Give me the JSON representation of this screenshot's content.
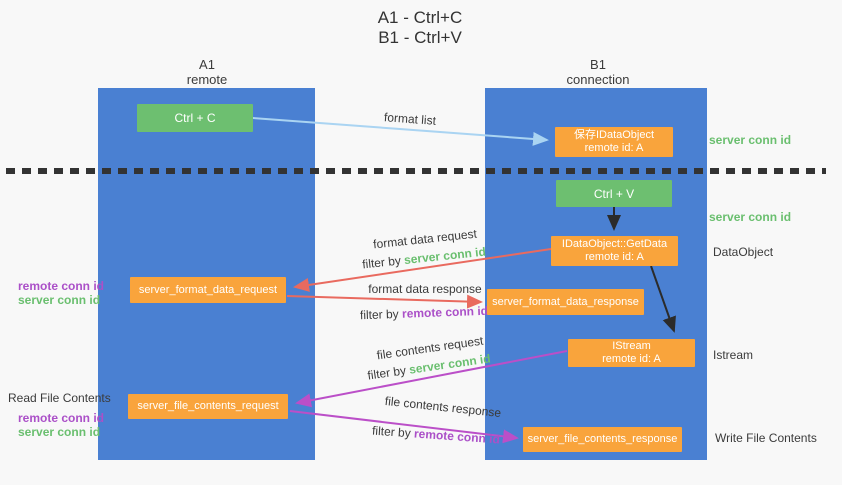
{
  "title": {
    "line1": "A1 - Ctrl+C",
    "line2": "B1 - Ctrl+V"
  },
  "columns": {
    "left": {
      "id": "A1",
      "label": "remote"
    },
    "right": {
      "id": "B1",
      "label": "connection"
    }
  },
  "nodes": {
    "ctrl_c": "Ctrl + C",
    "save_dataobject": {
      "line1": "保存IDataObject",
      "line2": "remote id: A"
    },
    "ctrl_v": "Ctrl + V",
    "getdata": {
      "line1": "IDataObject::GetData",
      "line2": "remote id: A"
    },
    "format_request": "server_format_data_request",
    "format_response": "server_format_data_response",
    "istream": {
      "line1": "IStream",
      "line2": "remote id: A"
    },
    "file_request": "server_file_contents_request",
    "file_response": "server_file_contents_response"
  },
  "side_labels": {
    "right_server_conn_1": "server conn id",
    "right_server_conn_2": "server conn id",
    "right_dataobject": "DataObject",
    "right_istream": "Istream",
    "right_write_file": "Write File Contents",
    "left_remote_conn_1": "remote conn id",
    "left_server_conn_1": "server conn id",
    "left_read_file": "Read File Contents",
    "left_remote_conn_2": "remote conn id",
    "left_server_conn_2": "server conn id"
  },
  "arrow_labels": {
    "format_list": "format list",
    "format_data_request": "format data request",
    "format_data_request_filter_prefix": "filter by",
    "format_data_request_filter_value": "server conn id",
    "format_data_response": "format data response",
    "format_data_response_filter_prefix": "filter by",
    "format_data_response_filter_value": "remote conn id",
    "file_contents_request": "file contents request",
    "file_contents_request_filter_prefix": "filter by",
    "file_contents_request_filter_value": "server conn id",
    "file_contents_response": "file contents response",
    "file_contents_response_filter_prefix": "filter by",
    "file_contents_response_filter_value": "remote conn id"
  },
  "colors": {
    "lane_blue": "#4a80d2",
    "node_green": "#6dbf70",
    "node_orange": "#f9a43c",
    "arrow_light_blue": "#aad4f2",
    "arrow_red": "#e96a5f",
    "arrow_purple": "#bb4fc8",
    "arrow_black": "#2b2b2b",
    "text_green": "#6abf6f",
    "text_purple": "#ab50c8"
  }
}
